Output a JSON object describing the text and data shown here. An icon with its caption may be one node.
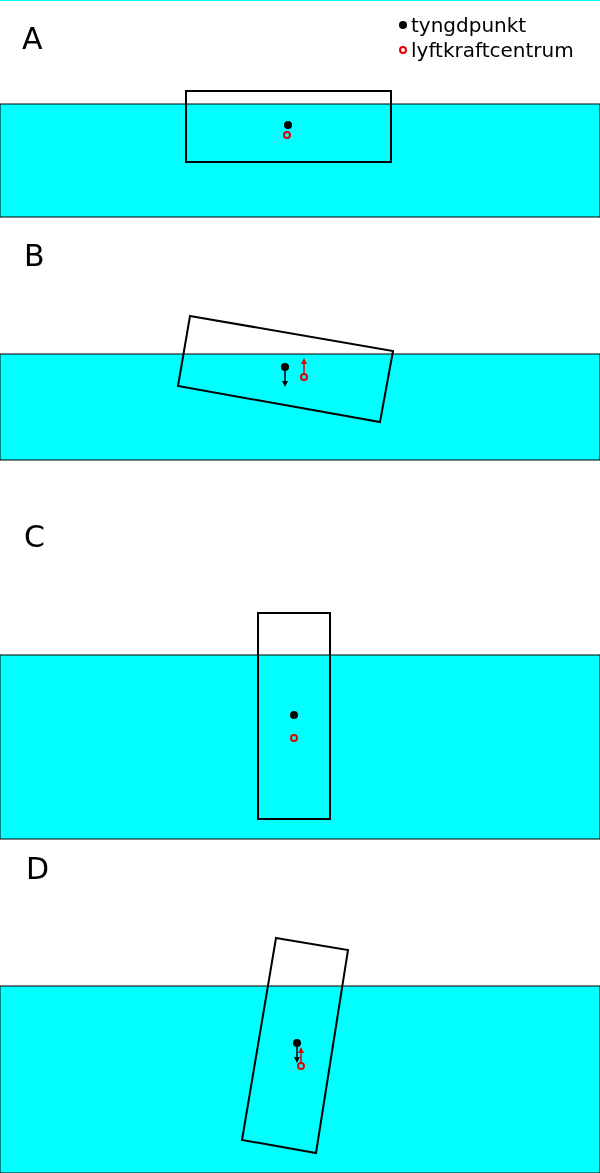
{
  "diagram": {
    "labels": [
      "A",
      "B",
      "C",
      "D"
    ],
    "legend": [
      {
        "text": "tyngdpunkt"
      },
      {
        "text": "lyftkraftcentrum"
      }
    ]
  }
}
